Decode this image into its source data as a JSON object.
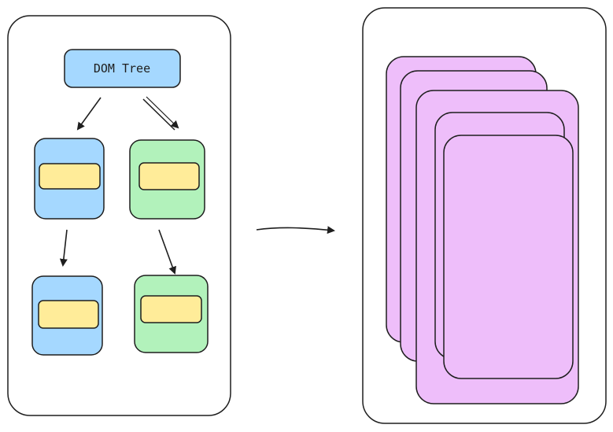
{
  "dom_tree_label": "DOM Tree",
  "colors": {
    "stroke": "#1e1e1e",
    "panel_fill": "#ffffff",
    "root_fill": "#a5d8ff",
    "blue_node_fill": "#a5d8ff",
    "green_node_fill": "#b2f2bb",
    "slot_fill": "#ffec99",
    "layer_fill": "#eebefa"
  },
  "left_panel": {
    "root": {
      "icon": "dom-tree-node"
    },
    "nodes": [
      {
        "kind": "blue",
        "level": 1
      },
      {
        "kind": "green",
        "level": 1
      },
      {
        "kind": "blue",
        "level": 2
      },
      {
        "kind": "green",
        "level": 2
      }
    ]
  },
  "right_panel": {
    "layer_count": 5
  }
}
